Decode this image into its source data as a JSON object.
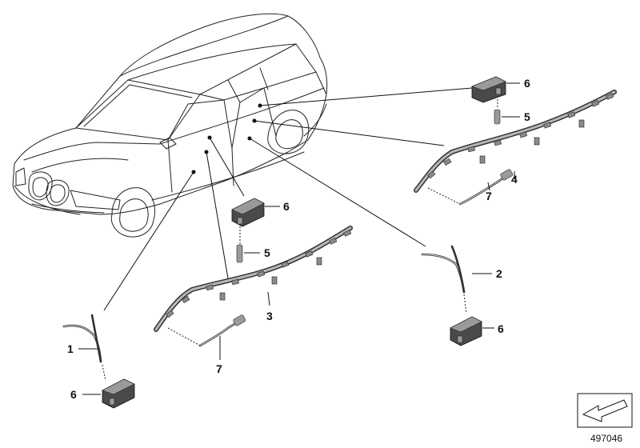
{
  "callouts": {
    "c1": "1",
    "c2": "2",
    "c3": "3",
    "c4": "4",
    "c5a": "5",
    "c5b": "5",
    "c6a": "6",
    "c6b": "6",
    "c6c": "6",
    "c6d": "6",
    "c7a": "7",
    "c7b": "7"
  },
  "diagram_number": "497046",
  "icons": {
    "car": "car-outline-icon",
    "sensor": "airbag-sensor-icon",
    "rail": "head-airbag-rail-icon",
    "arrow": "navigation-arrow-icon"
  },
  "colors": {
    "line": "#111111",
    "part_dark": "#4a4a4a",
    "part_light": "#b8b8b8"
  }
}
